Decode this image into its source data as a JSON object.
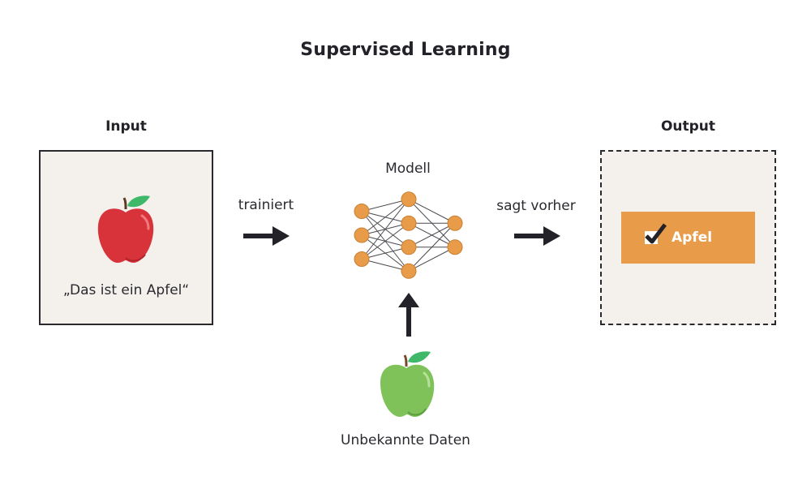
{
  "title": "Supervised Learning",
  "input": {
    "heading": "Input",
    "caption": "„Das ist ein Apfel“",
    "icon": "red-apple-icon"
  },
  "arrow_train": {
    "label": "trainiert",
    "icon": "arrow-right-icon"
  },
  "model": {
    "heading": "Modell",
    "icon": "neural-network-icon",
    "layers": [
      3,
      4,
      2
    ],
    "node_color": "#e89c4a"
  },
  "arrow_predict": {
    "label": "sagt vorher",
    "icon": "arrow-right-icon"
  },
  "output": {
    "heading": "Output",
    "result_label": "Apfel",
    "result_color": "#e89c4a",
    "check_icon": "checkbox-checked-icon"
  },
  "unknown_data": {
    "label": "Unbekannte Daten",
    "icon": "green-apple-icon",
    "arrow_icon": "arrow-up-icon"
  }
}
